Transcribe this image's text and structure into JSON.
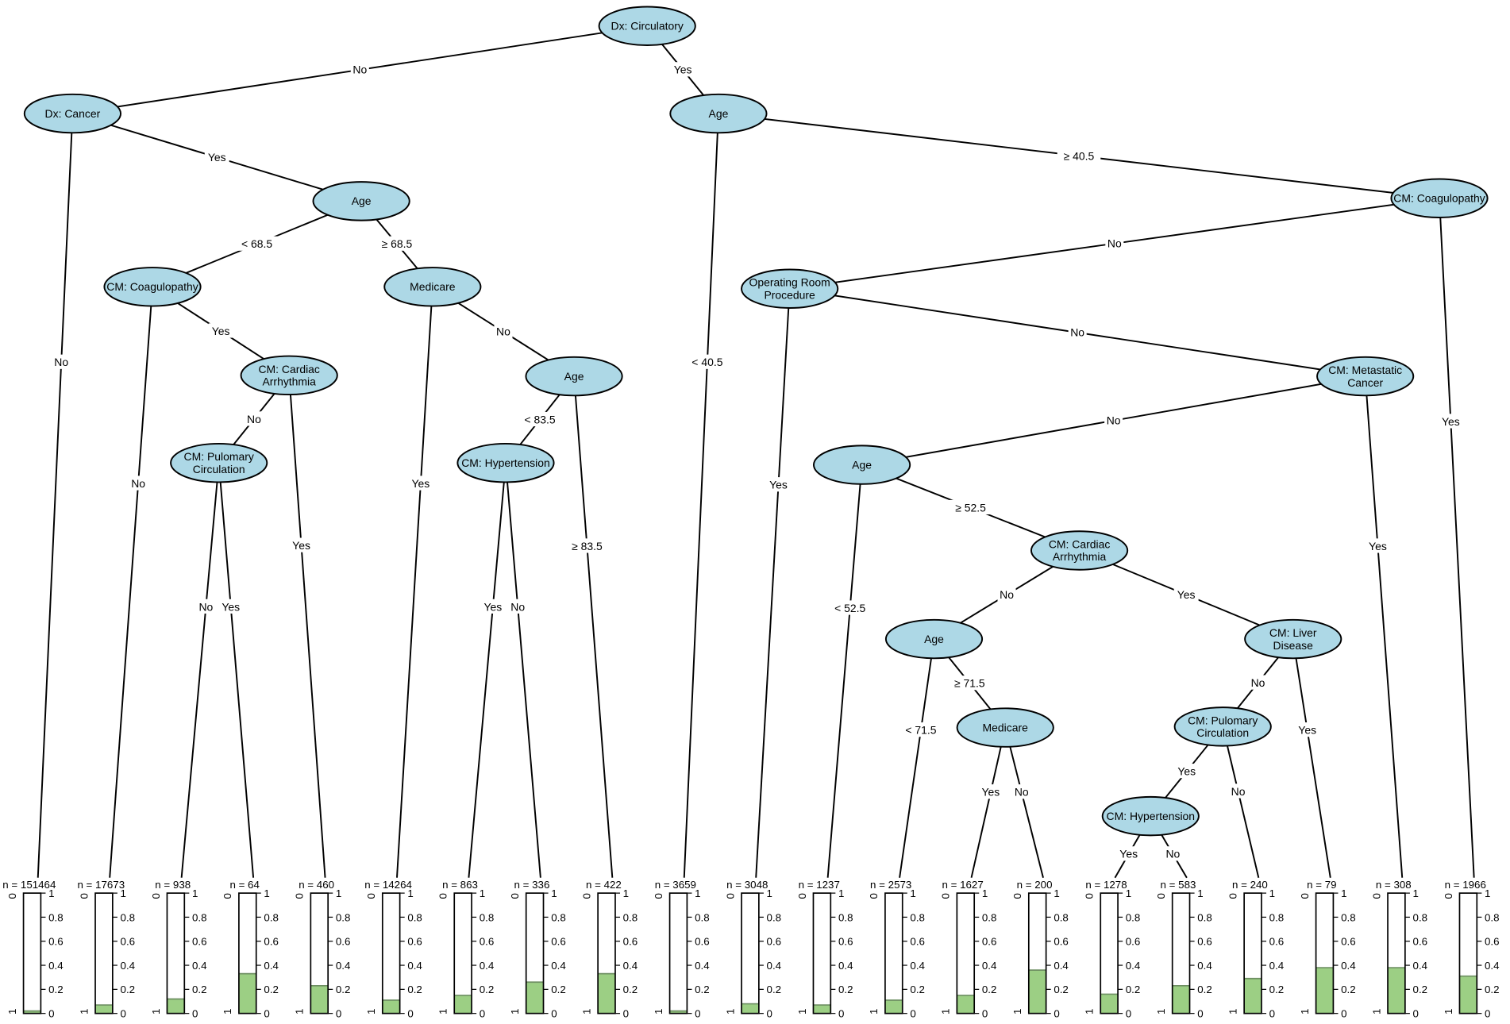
{
  "colors": {
    "node_fill": "#add8e6",
    "bar_fill": "#9ccf84",
    "bar_line": "#6e8f62"
  },
  "axis_ticks": [
    "0",
    "0.2",
    "0.4",
    "0.6",
    "0.8",
    "1"
  ],
  "class_labels": [
    "0",
    "1"
  ],
  "nodes": [
    {
      "id": 1,
      "label": [
        "Dx: Circulatory"
      ]
    },
    {
      "id": 2,
      "label": [
        "Dx: Cancer"
      ]
    },
    {
      "id": 3,
      "label": [
        "Age"
      ]
    },
    {
      "id": 4,
      "label": [
        "CM: Coagulopathy"
      ]
    },
    {
      "id": 5,
      "label": [
        "CM: Cardiac",
        "Arrhythmia"
      ]
    },
    {
      "id": 6,
      "label": [
        "CM: Pulomary",
        "Circulation"
      ]
    },
    {
      "id": 7,
      "label": [
        "Medicare"
      ]
    },
    {
      "id": 8,
      "label": [
        "Age"
      ]
    },
    {
      "id": 9,
      "label": [
        "CM: Hypertension"
      ]
    },
    {
      "id": 10,
      "label": [
        "Age"
      ]
    },
    {
      "id": 11,
      "label": [
        "CM: Coagulopathy"
      ]
    },
    {
      "id": 12,
      "label": [
        "Operating Room",
        "Procedure"
      ]
    },
    {
      "id": 13,
      "label": [
        "CM: Metastatic",
        "Cancer"
      ]
    },
    {
      "id": 14,
      "label": [
        "Age"
      ]
    },
    {
      "id": 15,
      "label": [
        "CM: Cardiac",
        "Arrhythmia"
      ]
    },
    {
      "id": 16,
      "label": [
        "Age"
      ]
    },
    {
      "id": 17,
      "label": [
        "Medicare"
      ]
    },
    {
      "id": 18,
      "label": [
        "CM: Liver",
        "Disease"
      ]
    },
    {
      "id": 19,
      "label": [
        "CM: Pulomary",
        "Circulation"
      ]
    },
    {
      "id": 20,
      "label": [
        "CM: Hypertension"
      ]
    }
  ],
  "terminals": [
    {
      "id": "T1",
      "n": "n = 151464",
      "fraction_class1": 0.02
    },
    {
      "id": "T2",
      "n": "n = 17673",
      "fraction_class1": 0.07
    },
    {
      "id": "T3",
      "n": "n = 938",
      "fraction_class1": 0.12
    },
    {
      "id": "T4",
      "n": "n = 64",
      "fraction_class1": 0.33
    },
    {
      "id": "T5",
      "n": "n = 460",
      "fraction_class1": 0.23
    },
    {
      "id": "T6",
      "n": "n = 14264",
      "fraction_class1": 0.11
    },
    {
      "id": "T7",
      "n": "n = 863",
      "fraction_class1": 0.15
    },
    {
      "id": "T8",
      "n": "n = 336",
      "fraction_class1": 0.26
    },
    {
      "id": "T9",
      "n": "n = 422",
      "fraction_class1": 0.33
    },
    {
      "id": "T10",
      "n": "n = 3659",
      "fraction_class1": 0.02
    },
    {
      "id": "T11",
      "n": "n = 3048",
      "fraction_class1": 0.08
    },
    {
      "id": "T12",
      "n": "n = 1237",
      "fraction_class1": 0.07
    },
    {
      "id": "T13",
      "n": "n = 2573",
      "fraction_class1": 0.11
    },
    {
      "id": "T14",
      "n": "n = 1627",
      "fraction_class1": 0.15
    },
    {
      "id": "T15",
      "n": "n = 200",
      "fraction_class1": 0.36
    },
    {
      "id": "T16",
      "n": "n = 1278",
      "fraction_class1": 0.16
    },
    {
      "id": "T17",
      "n": "n = 583",
      "fraction_class1": 0.23
    },
    {
      "id": "T18",
      "n": "n = 240",
      "fraction_class1": 0.29
    },
    {
      "id": "T19",
      "n": "n = 79",
      "fraction_class1": 0.38
    },
    {
      "id": "T20",
      "n": "n = 308",
      "fraction_class1": 0.38
    },
    {
      "id": "T21",
      "n": "n = 1966",
      "fraction_class1": 0.31
    }
  ],
  "edges": [
    {
      "from": 1,
      "to": 2,
      "label": "No"
    },
    {
      "from": 1,
      "to": 10,
      "label": "Yes"
    },
    {
      "from": 2,
      "to": "T1",
      "label": "No"
    },
    {
      "from": 2,
      "to": 3,
      "label": "Yes"
    },
    {
      "from": 3,
      "to": 4,
      "label": "< 68.5"
    },
    {
      "from": 3,
      "to": 7,
      "label": "≥ 68.5"
    },
    {
      "from": 4,
      "to": "T2",
      "label": "No"
    },
    {
      "from": 4,
      "to": 5,
      "label": "Yes"
    },
    {
      "from": 5,
      "to": 6,
      "label": "No"
    },
    {
      "from": 5,
      "to": "T5",
      "label": "Yes"
    },
    {
      "from": 6,
      "to": "T3",
      "label": "No"
    },
    {
      "from": 6,
      "to": "T4",
      "label": "Yes"
    },
    {
      "from": 7,
      "to": "T6",
      "label": "Yes"
    },
    {
      "from": 7,
      "to": 8,
      "label": "No"
    },
    {
      "from": 8,
      "to": 9,
      "label": "< 83.5"
    },
    {
      "from": 8,
      "to": "T9",
      "label": "≥ 83.5"
    },
    {
      "from": 9,
      "to": "T7",
      "label": "Yes"
    },
    {
      "from": 9,
      "to": "T8",
      "label": "No"
    },
    {
      "from": 10,
      "to": "T10",
      "label": "< 40.5"
    },
    {
      "from": 10,
      "to": 11,
      "label": "≥ 40.5"
    },
    {
      "from": 11,
      "to": 12,
      "label": "No"
    },
    {
      "from": 11,
      "to": "T21",
      "label": "Yes"
    },
    {
      "from": 12,
      "to": "T11",
      "label": "Yes"
    },
    {
      "from": 12,
      "to": 13,
      "label": "No"
    },
    {
      "from": 13,
      "to": 14,
      "label": "No"
    },
    {
      "from": 13,
      "to": "T20",
      "label": "Yes"
    },
    {
      "from": 14,
      "to": "T12",
      "label": "< 52.5"
    },
    {
      "from": 14,
      "to": 15,
      "label": "≥ 52.5"
    },
    {
      "from": 15,
      "to": 16,
      "label": "No"
    },
    {
      "from": 15,
      "to": 18,
      "label": "Yes"
    },
    {
      "from": 16,
      "to": "T13",
      "label": "< 71.5"
    },
    {
      "from": 16,
      "to": 17,
      "label": "≥ 71.5"
    },
    {
      "from": 17,
      "to": "T14",
      "label": "Yes"
    },
    {
      "from": 17,
      "to": "T15",
      "label": "No"
    },
    {
      "from": 18,
      "to": 19,
      "label": "No"
    },
    {
      "from": 18,
      "to": "T19",
      "label": "Yes"
    },
    {
      "from": 19,
      "to": 20,
      "label": "Yes"
    },
    {
      "from": 19,
      "to": "T18",
      "label": "No"
    },
    {
      "from": 20,
      "to": "T16",
      "label": "Yes"
    },
    {
      "from": 20,
      "to": "T17",
      "label": "No"
    }
  ]
}
